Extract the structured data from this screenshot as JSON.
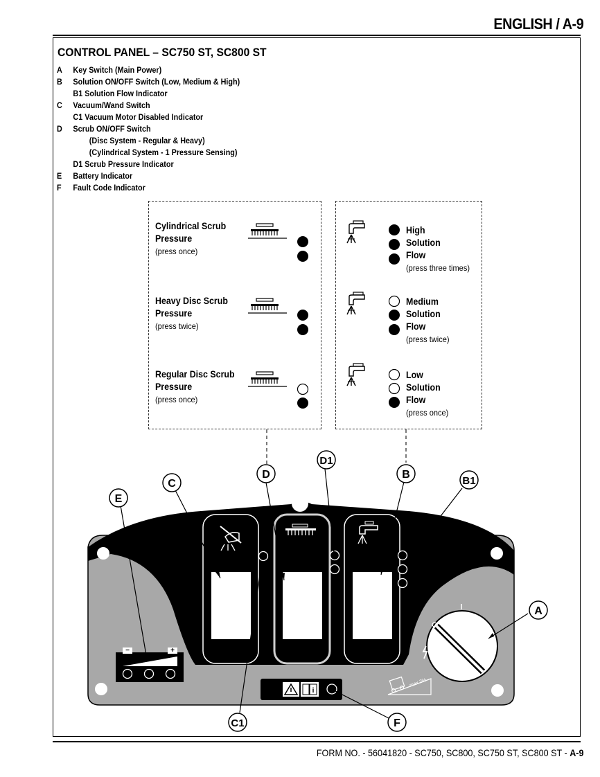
{
  "header": {
    "title": "ENGLISH / A-9"
  },
  "section": {
    "title": "CONTROL PANEL – SC750 ST, SC800 ST"
  },
  "legend": [
    {
      "letter": "A",
      "text": "Key Switch (Main Power)",
      "indent": 0
    },
    {
      "letter": "B",
      "text": "Solution ON/OFF Switch (Low, Medium & High)",
      "indent": 0
    },
    {
      "letter": "",
      "text": "B1  Solution Flow Indicator",
      "indent": 1
    },
    {
      "letter": "C",
      "text": "Vacuum/Wand Switch",
      "indent": 0
    },
    {
      "letter": "",
      "text": "C1  Vacuum Motor Disabled Indicator",
      "indent": 1
    },
    {
      "letter": "D",
      "text": "Scrub ON/OFF Switch",
      "indent": 0
    },
    {
      "letter": "",
      "text": "(Disc System - Regular & Heavy)",
      "indent": 2
    },
    {
      "letter": "",
      "text": "(Cylindrical System - 1 Pressure Sensing)",
      "indent": 2
    },
    {
      "letter": "",
      "text": "D1  Scrub Pressure Indicator",
      "indent": 1
    },
    {
      "letter": "E",
      "text": "Battery Indicator",
      "indent": 0
    },
    {
      "letter": "F",
      "text": "Fault Code Indicator",
      "indent": 0
    }
  ],
  "scrub_modes": [
    {
      "line1": "Cylindrical Scrub",
      "line2": "Pressure",
      "note": "(press once)"
    },
    {
      "line1": "Heavy Disc Scrub",
      "line2": "Pressure",
      "note": "(press twice)"
    },
    {
      "line1": "Regular Disc Scrub",
      "line2": "Pressure",
      "note": "(press once)"
    }
  ],
  "solution_modes": [
    {
      "line1": "High",
      "line2": "Solution",
      "line3": "Flow",
      "note": "(press three times)"
    },
    {
      "line1": "Medium",
      "line2": "Solution",
      "line3": "Flow",
      "note": "(press twice)"
    },
    {
      "line1": "Low",
      "line2": "Solution",
      "line3": "Flow",
      "note": "(press once)"
    }
  ],
  "callouts": {
    "A": "A",
    "B": "B",
    "B1": "B1",
    "C": "C",
    "C1": "C1",
    "D": "D",
    "D1": "D1",
    "E": "E",
    "F": "F"
  },
  "panel": {
    "battery_minus": "−",
    "battery_plus": "+",
    "ramp_label": "max 2%"
  },
  "footer": {
    "text": "FORM NO. - 56041820 - SC750, SC800, SC750 ST, SC800 ST - ",
    "page": "A-9"
  },
  "colors": {
    "panel_gray": "#a8a8a8",
    "panel_black": "#000000"
  }
}
